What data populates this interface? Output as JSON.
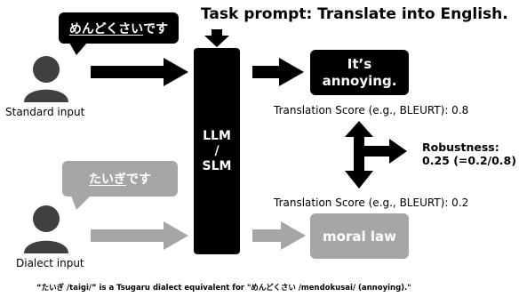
{
  "task_prompt": "Task prompt: Translate into English.",
  "standard": {
    "bubble_underlined": "めんどくさい",
    "bubble_rest": "です",
    "label": "Standard input",
    "output_line1": "It’s",
    "output_line2": "annoying.",
    "score": "Translation Score (e.g., BLEURT): 0.8"
  },
  "dialect": {
    "bubble_underlined": "たいぎ",
    "bubble_rest": "です",
    "label": "Dialect input",
    "output": "moral law",
    "score": "Translation Score (e.g., BLEURT): 0.2"
  },
  "model": {
    "line1": "LLM",
    "line2": "/",
    "line3": "SLM"
  },
  "robustness": {
    "line1": "Robustness:",
    "line2": "0.25 (=0.2/0.8)"
  },
  "footnote": "“たいぎ /taigi/” is a Tsugaru dialect equivalent for \"めんどくさい /mendokusai/ (annoying).\"",
  "colors": {
    "dark": "#000000",
    "gray": "#a6a6a6",
    "person": "#404040",
    "white": "#ffffff"
  }
}
